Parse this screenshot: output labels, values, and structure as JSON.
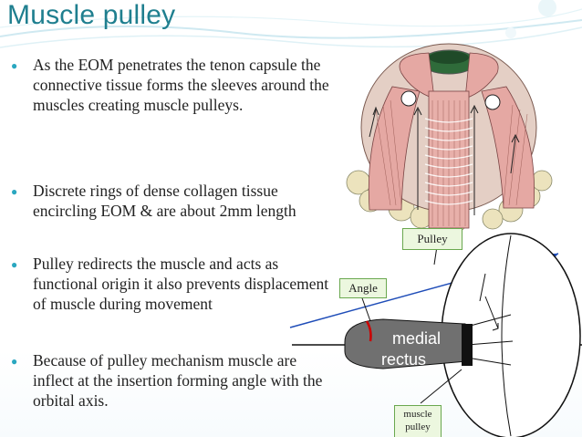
{
  "slide": {
    "title": "Muscle pulley",
    "bullets": [
      "As the EOM penetrates the tenon capsule the connective tissue forms the sleeves around the muscles creating muscle pulleys.",
      "Discrete rings of dense collagen tissue encircling EOM & are about 2mm length",
      "Pulley redirects the muscle and acts as functional origin it also prevents displacement of muscle during movement",
      "Because of pulley mechanism muscle are inflect at the insertion  forming angle with the orbital axis."
    ]
  },
  "figure": {
    "pulley_label": "Pulley",
    "angle_label": "Angle",
    "muscle_pulley_label": "muscle pulley",
    "muscle_label_line1": "medial",
    "muscle_label_line2": "rectus"
  },
  "colors": {
    "title": "#1f7f8f",
    "bullet": "#2aa7c0",
    "label_bg": "#ecf7df",
    "label_border": "#6aa84f",
    "muscle_fill": "#707070",
    "angle_arc": "#cc0000"
  }
}
